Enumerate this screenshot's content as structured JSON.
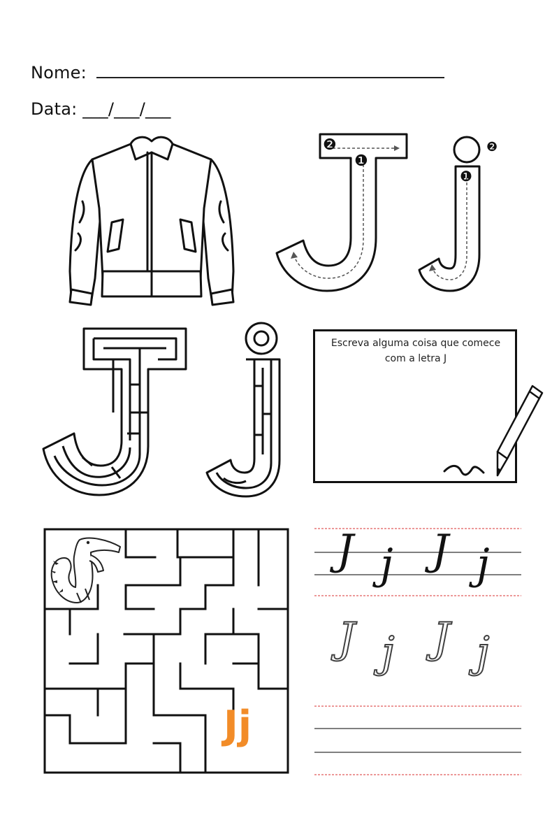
{
  "header": {
    "name_label": "Nome:",
    "date_label": "Data: ___/___/___"
  },
  "illustration": {
    "icon": "jacket-icon"
  },
  "tracing_uppercase": {
    "letter": "J",
    "step1": "❶",
    "step2": "❷"
  },
  "tracing_lowercase": {
    "letter": "j",
    "step1": "❶",
    "step2": "❷"
  },
  "writing_box": {
    "prompt_line1": "Escreva alguma coisa que comece",
    "prompt_line2": "com a letra J",
    "icon": "pencil-icon"
  },
  "maze": {
    "icon": "alligator-icon",
    "goal_label": "Jj",
    "goal_color": "#f28c28"
  },
  "handwriting": {
    "model_letters": [
      "J",
      "j",
      "J",
      "j"
    ],
    "dotted_letters": [
      "J",
      "j",
      "J",
      "j"
    ],
    "guide_color": "#e05a5a"
  }
}
